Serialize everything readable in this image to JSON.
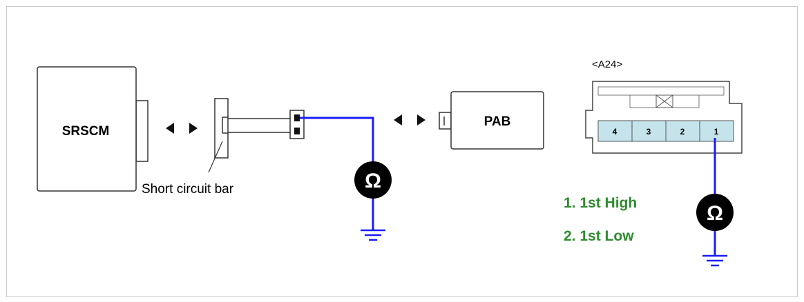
{
  "diagram": {
    "components": {
      "srscm": "SRSCM",
      "pab": "PAB",
      "short_bar_label": "Short circuit bar",
      "connector_id": "<A24>"
    },
    "connector_pins": [
      "4",
      "3",
      "2",
      "1"
    ],
    "meter_symbol": "Ω",
    "legend": [
      "1. 1st High",
      "2. 1st Low"
    ]
  },
  "colors": {
    "wire": "#1a1aff",
    "legend_text": "#2e8b2e",
    "connector_fill": "#c5e3ea",
    "box_stroke": "#333333"
  },
  "icons": [
    "ohmmeter-icon",
    "ground-icon",
    "bidirectional-arrow-icon"
  ]
}
